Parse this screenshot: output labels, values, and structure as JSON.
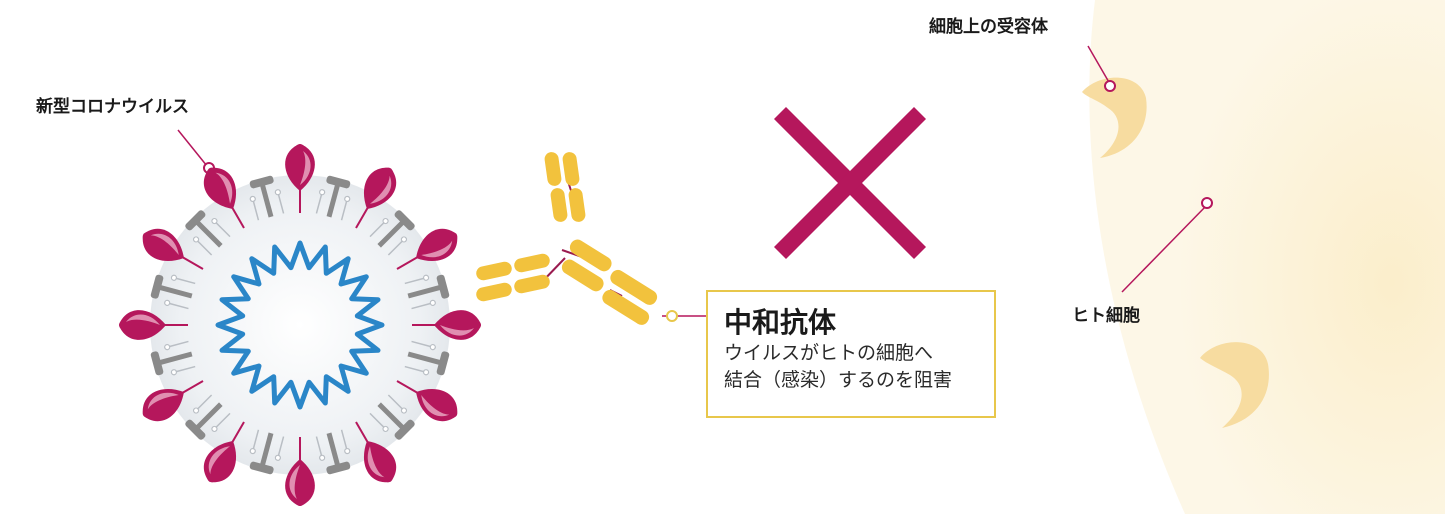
{
  "labels": {
    "virus": "新型コロナウイルス",
    "receptor": "細胞上の受容体",
    "cell": "ヒト細胞"
  },
  "callout": {
    "title": "中和抗体",
    "lines": [
      "ウイルスがヒトの細胞へ",
      "結合（感染）するのを阻害"
    ]
  },
  "colors": {
    "spike": "#b5175c",
    "spike_light": "#e08fb1",
    "m_protein": "#8a8a8a",
    "rna": "#2a86c8",
    "antibody": "#f2c23d",
    "cross": "#b5175c",
    "cell": "#fbf1d8",
    "receptor": "#f7dca0"
  },
  "icons": {
    "block": "cross-mark-icon"
  }
}
